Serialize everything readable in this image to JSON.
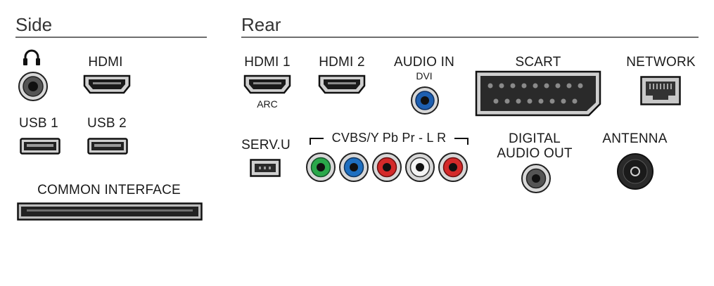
{
  "side": {
    "title": "Side",
    "hdmi_label": "HDMI",
    "usb1_label": "USB 1",
    "usb2_label": "USB 2",
    "ci_label": "COMMON INTERFACE"
  },
  "rear": {
    "title": "Rear",
    "hdmi1_label": "HDMI 1",
    "hdmi1_sub": "ARC",
    "hdmi2_label": "HDMI 2",
    "audio_in_label": "AUDIO IN",
    "audio_in_sub": "DVI",
    "scart_label": "SCART",
    "network_label": "NETWORK",
    "servu_label": "SERV.U",
    "component_label": "CVBS/Y Pb Pr - L R",
    "digital_audio_label_1": "DIGITAL",
    "digital_audio_label_2": "AUDIO OUT",
    "antenna_label": "ANTENNA"
  },
  "colors": {
    "green": "#2aa84a",
    "blue": "#1e6fc0",
    "red": "#d42a2a",
    "white": "#f4f4f4",
    "dvi_blue": "#1e5fb0"
  },
  "icons": [
    "headphone-icon"
  ]
}
